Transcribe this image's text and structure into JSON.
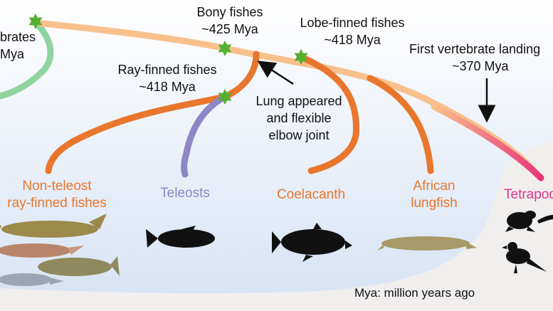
{
  "colors": {
    "sky_top": "#ffffff",
    "sky_bottom": "#d6e2f3",
    "land": "#f1eeee",
    "bony_branch": "#f9c08c",
    "ray_finned_branch": "#e8762d",
    "teleost_branch": "#8f87c4",
    "coelacanth_branch": "#e8762d",
    "lungfish_branch": "#e8762d",
    "tetrapod_branch": "#e8357a",
    "vertebrate_branch": "#8fd4a0",
    "star": "#55b030",
    "arrow": "#111111"
  },
  "labels": {
    "vertebrates": {
      "name": "brates",
      "age": "Mya"
    },
    "bony_fishes": {
      "name": "Bony fishes",
      "age": "~425 Mya"
    },
    "lobe_finned": {
      "name": "Lobe-finned fishes",
      "age": "~418 Mya"
    },
    "ray_finned": {
      "name": "Ray-finned fishes",
      "age": "~418 Mya"
    },
    "first_landing": {
      "name": "First vertebrate landing",
      "age": "~370 Mya"
    },
    "lung": {
      "line1": "Lung appeared",
      "line2": "and flexible",
      "line3": "elbow joint"
    }
  },
  "taxa": {
    "non_teleost": {
      "line1": "Non-teleost",
      "line2": "ray-finned fishes",
      "color": "#e8762d"
    },
    "teleosts": {
      "name": "Teleosts",
      "color": "#8f87c4"
    },
    "coelacanth": {
      "name": "Coelacanth",
      "color": "#e8762d"
    },
    "lungfish": {
      "line1": "African",
      "line2": "lungfish",
      "color": "#e8762d"
    },
    "tetrapods": {
      "name": "Tetrapods",
      "color": "#e0358a"
    }
  },
  "footnote": "Mya: million years ago",
  "icons": [
    "star-node-icon",
    "arrow-icon",
    "bichir-image",
    "sturgeon-image",
    "gar-image",
    "bowfin-image",
    "paddlefish-image",
    "teleost-silhouette",
    "coelacanth-silhouette",
    "lungfish-image",
    "frog-silhouette",
    "bird-silhouette",
    "lizard-silhouette"
  ]
}
